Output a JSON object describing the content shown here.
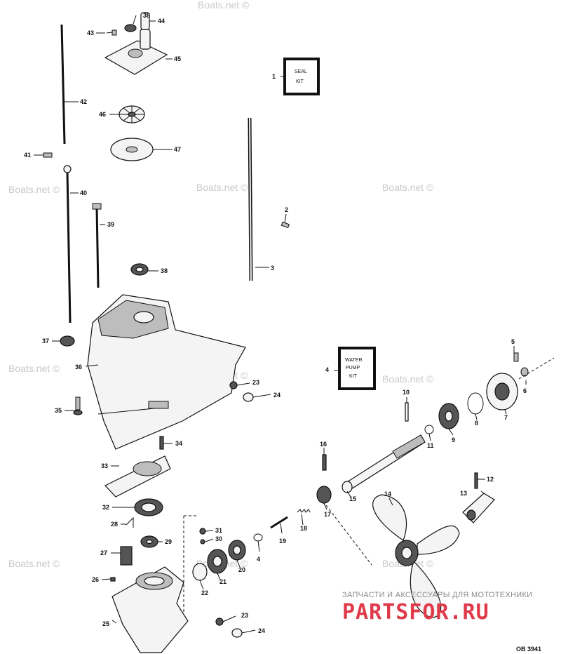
{
  "watermark": "Boats.net ©",
  "brand": {
    "subtitle": "ЗАПЧАСТИ И АКСЕССУАРЫ ДЛЯ МОТОТЕХНИКИ",
    "name": "PARTSFOR.RU"
  },
  "drawing_code": "OB 3941",
  "kits": {
    "seal_kit": [
      "SEAL",
      "KIT"
    ],
    "water_pump_kit": [
      "WATER",
      "PUMP",
      "KIT"
    ]
  },
  "callouts": [
    "1",
    "2",
    "3",
    "4",
    "5",
    "6",
    "7",
    "8",
    "9",
    "10",
    "11",
    "12",
    "13",
    "14",
    "15",
    "16",
    "17",
    "18",
    "19",
    "20",
    "21",
    "22",
    "23",
    "24",
    "25",
    "26",
    "27",
    "28",
    "29",
    "30",
    "31",
    "32",
    "33",
    "34",
    "35",
    "36",
    "37",
    "38",
    "39",
    "40",
    "41",
    "42",
    "43",
    "44",
    "45",
    "46",
    "47"
  ]
}
